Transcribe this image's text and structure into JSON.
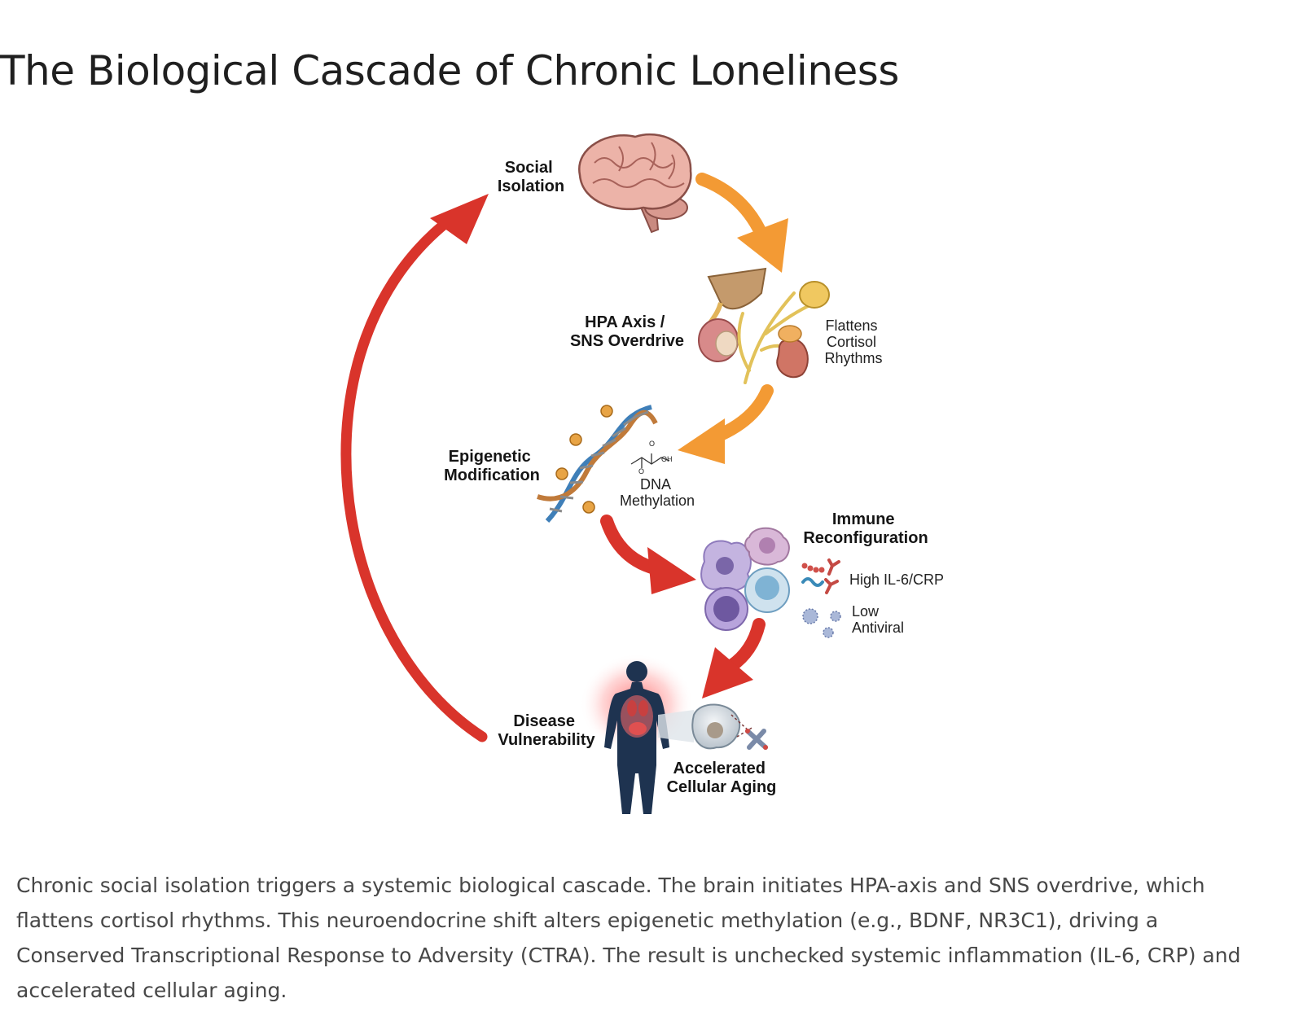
{
  "title": "The Biological Cascade of Chronic Loneliness",
  "diagram": {
    "nodes": {
      "social_isolation": [
        "Social",
        "Isolation"
      ],
      "hpa_axis": [
        "HPA Axis /",
        "SNS Overdrive"
      ],
      "flattens": [
        "Flattens",
        "Cortisol",
        "Rhythms"
      ],
      "epigenetic": [
        "Epigenetic",
        "Modification"
      ],
      "dna_methylation": [
        "DNA",
        "Methylation"
      ],
      "immune": [
        "Immune",
        "Reconfiguration"
      ],
      "high_il6": "High IL-6/CRP",
      "low_antiviral": [
        "Low",
        "Antiviral"
      ],
      "disease": [
        "Disease",
        "Vulnerability"
      ],
      "aging": [
        "Accelerated",
        "Cellular Aging"
      ]
    },
    "chem_labels": {
      "o1": "O",
      "oh": "OH",
      "o2": "O"
    },
    "colors": {
      "orange_arrow": "#f39a34",
      "red_arrow": "#d9342b",
      "body": "#1e3350"
    }
  },
  "caption": "Chronic social isolation triggers a systemic biological cascade. The brain initiates HPA-axis and SNS overdrive, which flattens cortisol rhythms. This neuroendocrine shift alters epigenetic methylation (e.g., BDNF, NR3C1), driving a Conserved Transcriptional Response to Adversity (CTRA). The result is unchecked systemic inflammation (IL-6, CRP) and accelerated cellular aging."
}
